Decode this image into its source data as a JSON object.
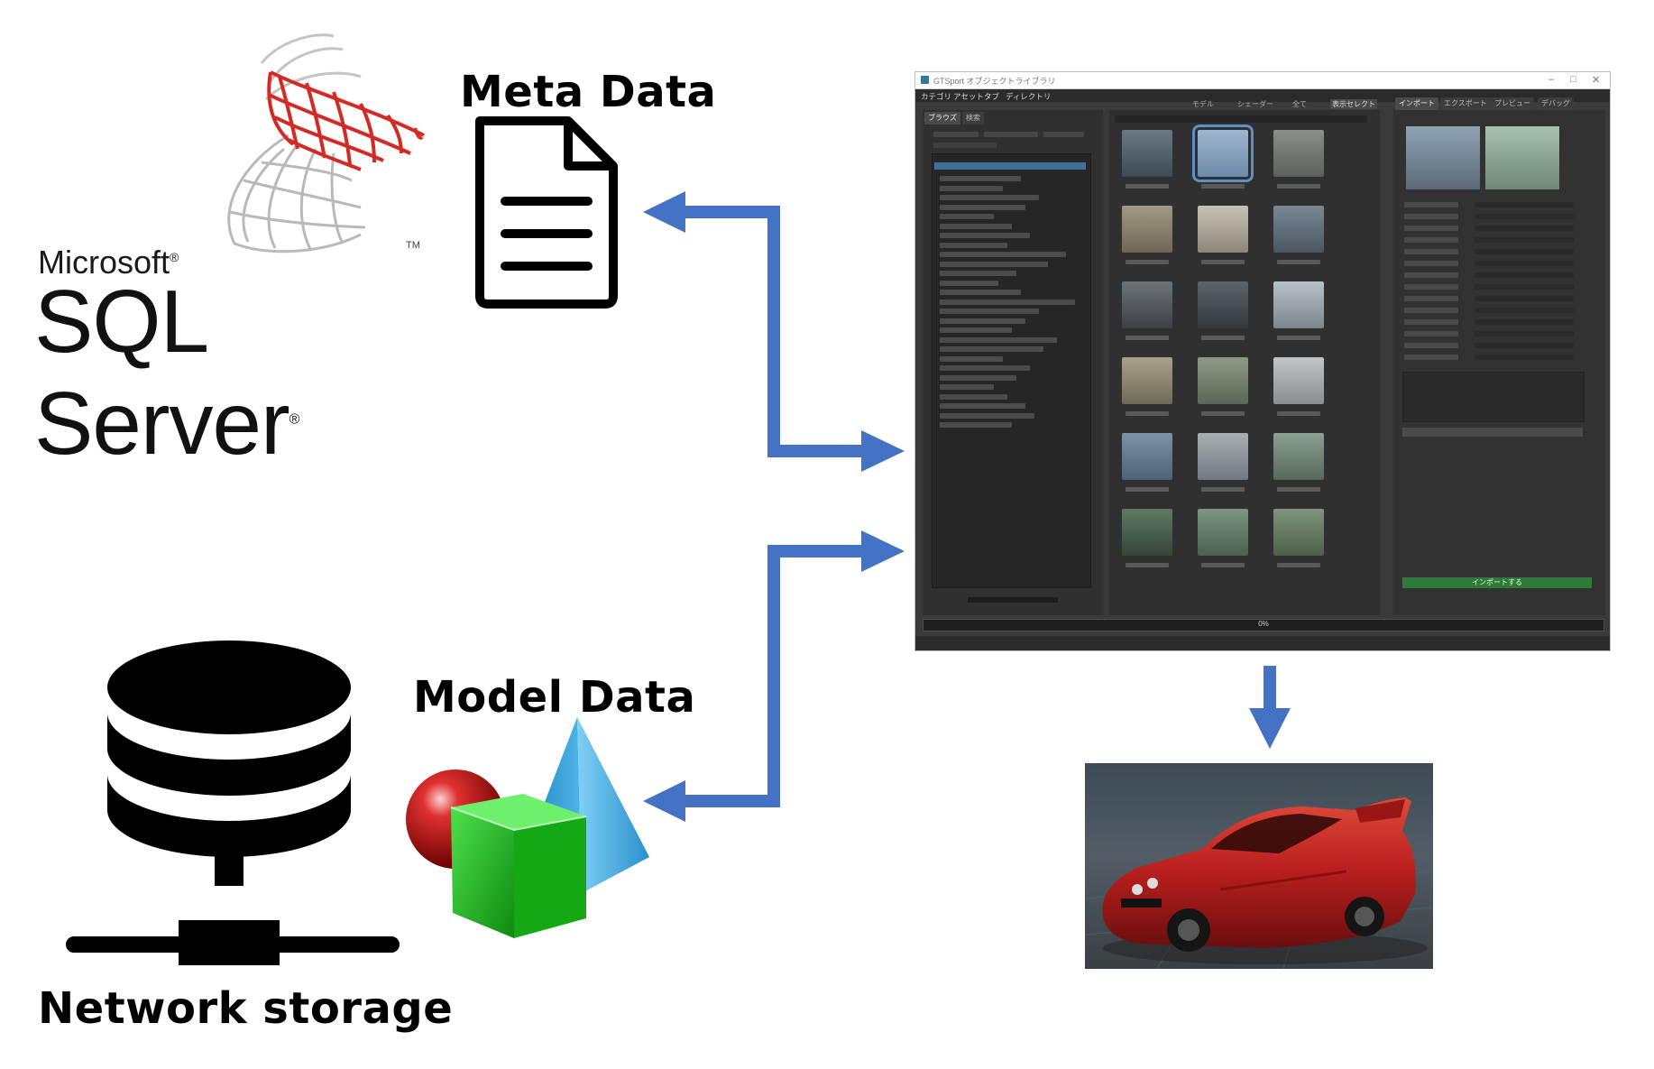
{
  "nodes": {
    "sql_server": {
      "brand": "Microsoft",
      "product": "SQL Server",
      "registered": "®",
      "trademark": "TM",
      "icon": "sql-server-logo"
    },
    "meta_data": {
      "label": "Meta Data",
      "icon": "document-icon"
    },
    "model_data": {
      "label": "Model Data",
      "icon": "3d-shapes-icon"
    },
    "network_storage": {
      "label": "Network storage",
      "icon": "database-server-icon"
    },
    "render": {
      "icon": "red-sports-car-render"
    }
  },
  "app": {
    "title": "GTSport オブジェクトライブラリ",
    "menu": [
      "カテゴリ",
      "アセット",
      "タブ",
      "ディレクトリ"
    ],
    "left_tabs": [
      "ブラウズ",
      "検索"
    ],
    "right_tabs": [
      "インポート",
      "エクスポート",
      "プレビュー",
      "デバッグ"
    ],
    "toolbar": {
      "model": "モデル",
      "shader": "シェーダー",
      "all": "全て",
      "display_select": "表示セレクト"
    },
    "progress": "0%",
    "import_button": "インポートする"
  },
  "edges": [
    {
      "from": "app",
      "to": "meta_data",
      "direction": "bidirectional"
    },
    {
      "from": "app",
      "to": "model_data",
      "direction": "bidirectional"
    },
    {
      "from": "app",
      "to": "render",
      "direction": "forward"
    }
  ],
  "colors": {
    "arrow": "#4472c4",
    "sql_red": "#d42a25",
    "cube_green": "#22b022",
    "pyramid_blue": "#2e9ed8",
    "sphere_red": "#c01515",
    "car_red": "#b81e1e"
  }
}
